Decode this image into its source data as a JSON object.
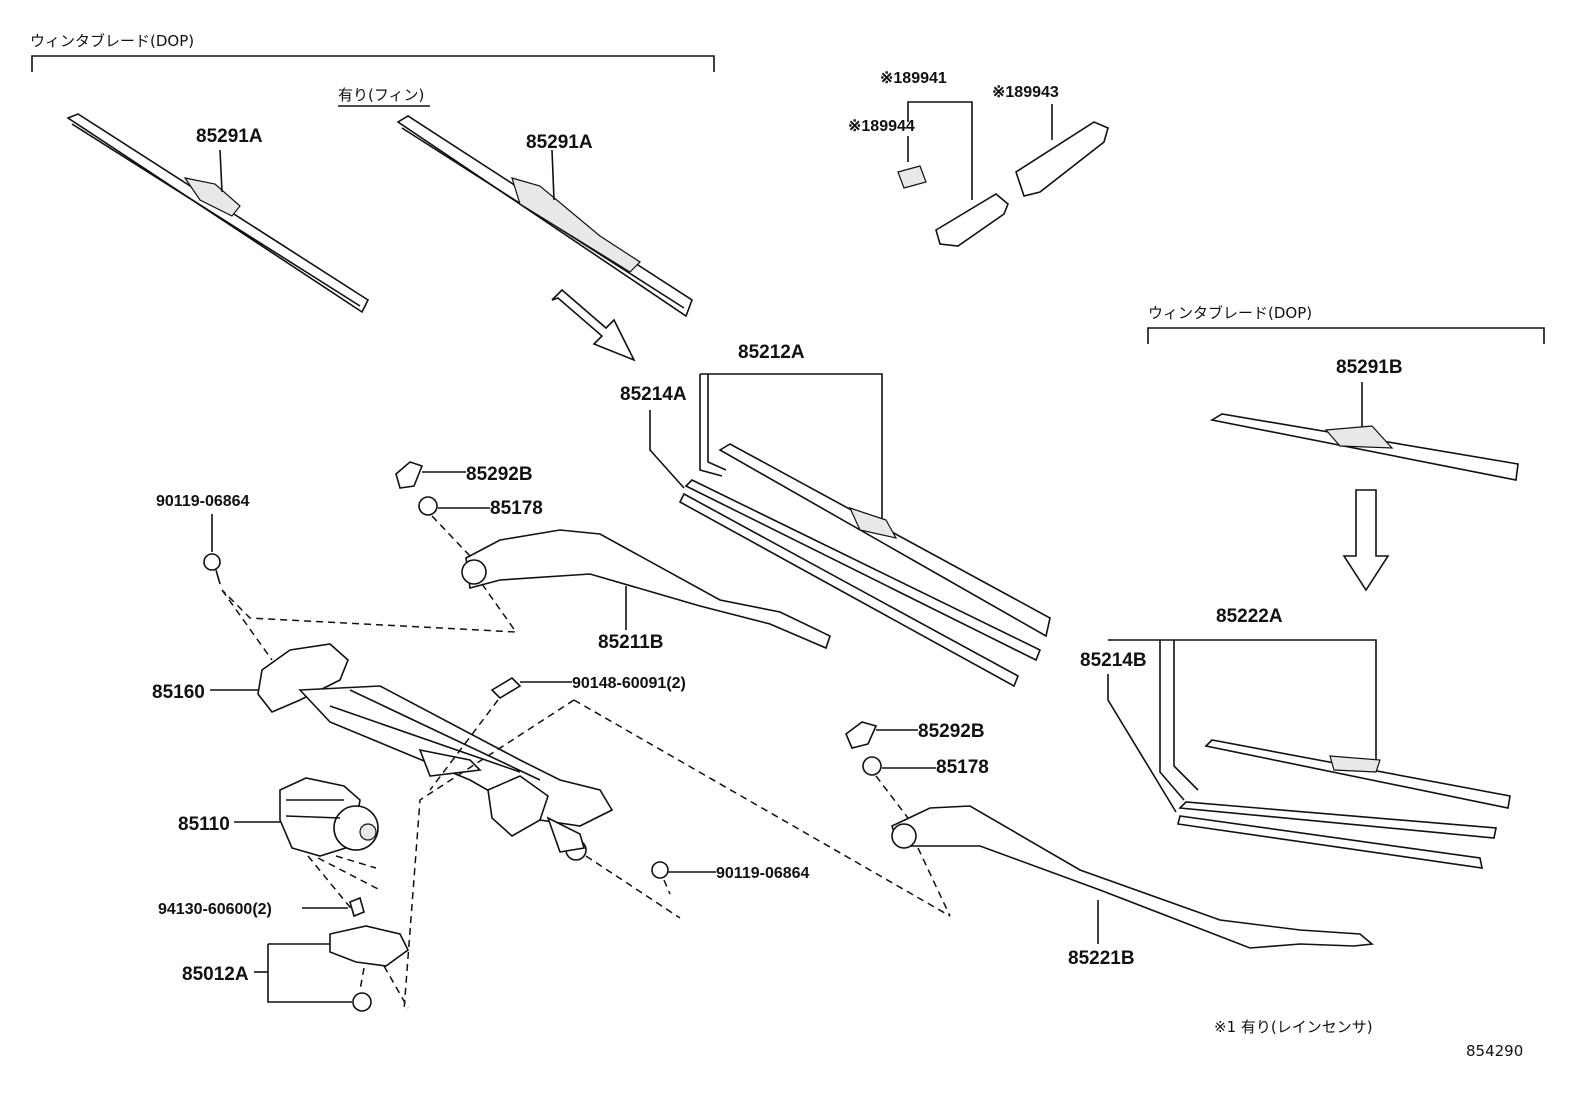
{
  "group_labels": {
    "wiper_blade_dop_left": "ウィンタブレード(DOP)",
    "with_fin": "有り(フィン)",
    "wiper_blade_dop_right": "ウィンタブレード(DOP)"
  },
  "rain_sensor_parts": {
    "p89941": "※189941",
    "p89944": "※189944",
    "p89943": "※189943"
  },
  "part_labels": {
    "p85291A_1": "85291A",
    "p85291A_2": "85291A",
    "p85212A": "85212A",
    "p85214A": "85214A",
    "p85292B_1": "85292B",
    "p85178_1": "85178",
    "p90119_1": "90119-06864",
    "p85211B": "85211B",
    "p85160": "85160",
    "p90148": "90148-60091(2)",
    "p85110": "85110",
    "p94130": "94130-60600(2)",
    "p85012A": "85012A",
    "p90119_2": "90119-06864",
    "p85292B_2": "85292B",
    "p85178_2": "85178",
    "p85221B": "85221B",
    "p85291B": "85291B",
    "p85222A": "85222A",
    "p85214B": "85214B"
  },
  "footnote": "※1 有り(レインセンサ)",
  "diagram_number": "854290"
}
